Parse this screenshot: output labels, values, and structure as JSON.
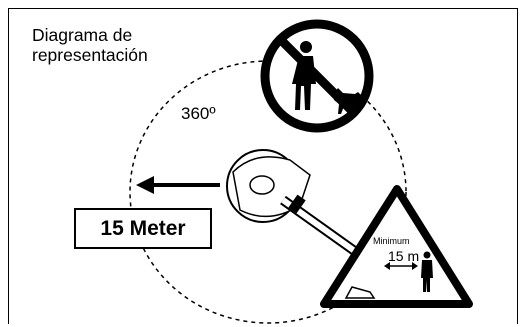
{
  "title": "Diagrama de representación",
  "angle_label": "360º",
  "distance_box": "15 Meter",
  "warning": {
    "minimum_label": "Minimum",
    "distance_label": "15 m"
  },
  "icons": [
    "no-people-no-animals-sign-icon",
    "brushcutter-icon",
    "warning-triangle-icon",
    "direction-arrow-icon"
  ]
}
